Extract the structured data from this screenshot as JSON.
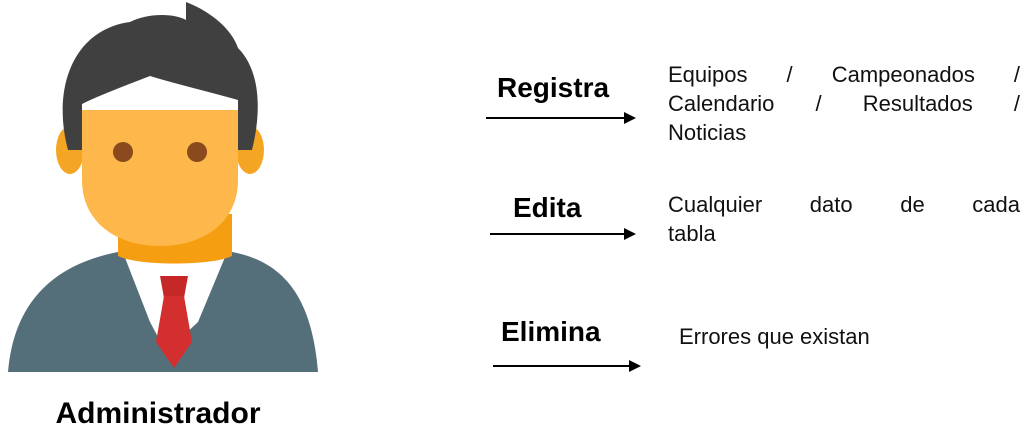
{
  "role": {
    "label": "Administrador",
    "icon": "administrator-avatar-icon"
  },
  "actions": [
    {
      "verb": "Registra",
      "lines": [
        "Equipos / Campeonados /",
        "Calendario / Resultados /",
        "Noticias"
      ]
    },
    {
      "verb": "Edita",
      "lines": [
        "Cualquier dato de cada",
        "tabla"
      ]
    },
    {
      "verb": "Elimina",
      "lines": [
        "Errores que existan"
      ]
    }
  ],
  "colors": {
    "hair": "#404040",
    "skin": "#FDB74A",
    "neck": "#F59E11",
    "eyes": "#8A4A1E",
    "ears": "#F5A524",
    "suit": "#546E7A",
    "shirt": "#FFFFFF",
    "tie": "#D32F2F",
    "arrow": "#000000"
  }
}
